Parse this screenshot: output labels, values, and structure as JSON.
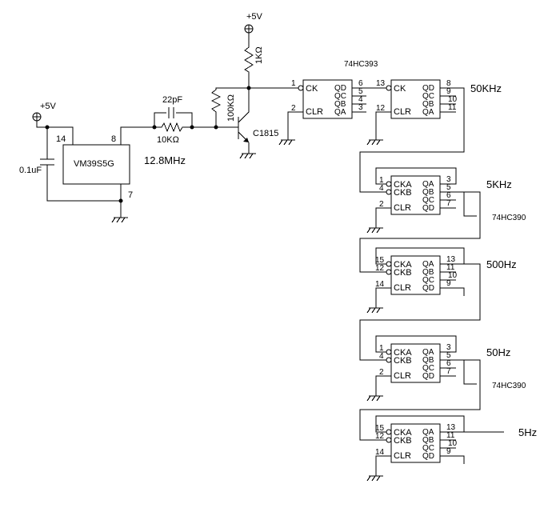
{
  "supply": {
    "p1": "+5V",
    "p2": "+5V"
  },
  "osc": {
    "name": "VM39S5G",
    "pin_vcc": "14",
    "pin_out": "8",
    "pin_gnd": "7",
    "freq": "12.8MHz",
    "cap": "0.1uF"
  },
  "filter": {
    "cap": "22pF",
    "res": "10KΩ"
  },
  "bias": {
    "res": "100KΩ",
    "load": "1KΩ",
    "transistor": "C1815"
  },
  "chip393": {
    "name": "74HC393",
    "labels": {
      "ck": "CK",
      "clr": "CLR",
      "qd": "QD",
      "qc": "QC",
      "qb": "QB",
      "qa": "QA"
    },
    "a": {
      "ck": "1",
      "clr": "2",
      "qd": "6",
      "qc": "5",
      "qb": "4",
      "qa": "3"
    },
    "b": {
      "ck": "13",
      "clr": "12",
      "qd": "8",
      "qc": "9",
      "qb": "10",
      "qa": "11"
    }
  },
  "chip390": {
    "name": "74HC390",
    "labels": {
      "cka": "CKA",
      "ckb": "CKB",
      "clr": "CLR",
      "qa": "QA",
      "qb": "QB",
      "qc": "QC",
      "qd": "QD"
    },
    "c1": {
      "cka": "1",
      "ckb": "4",
      "clr": "2",
      "qa": "3",
      "qb": "5",
      "qc": "6",
      "qd": "7"
    },
    "c2": {
      "cka": "15",
      "ckb": "12",
      "clr": "14",
      "qa": "13",
      "qb": "11",
      "qc": "10",
      "qd": "9"
    },
    "c3": {
      "cka": "1",
      "ckb": "4",
      "clr": "2",
      "qa": "3",
      "qb": "5",
      "qc": "6",
      "qd": "7"
    },
    "c4": {
      "cka": "15",
      "ckb": "12",
      "clr": "14",
      "qa": "13",
      "qb": "11",
      "qc": "10",
      "qd": "9"
    }
  },
  "outputs": {
    "f1": "50KHz",
    "f2": "5KHz",
    "f3": "500Hz",
    "f4": "50Hz",
    "f5": "5Hz"
  }
}
